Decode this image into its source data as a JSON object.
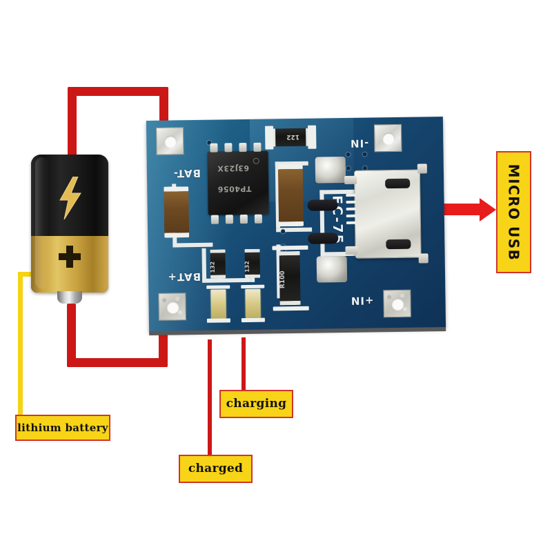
{
  "scene": {
    "title": "TP4056 lithium battery charger module wiring diagram",
    "background": "#ffffff"
  },
  "colors": {
    "wire_red": "#cc1717",
    "wire_yellow": "#f5d312",
    "callout_fill": "#f7d417",
    "callout_border": "#d1342a",
    "callout_text": "#15110c",
    "arrow_red": "#e81c1c",
    "pcb_blue": "#15456d",
    "silkscreen_white": "#eef3f6"
  },
  "callouts": [
    {
      "id": "micro-usb",
      "label": "MICRO USB",
      "orientation": "vertical"
    },
    {
      "id": "lithium-battery",
      "label": "lithium battery",
      "orientation": "horizontal"
    },
    {
      "id": "charging",
      "label": "charging",
      "orientation": "horizontal"
    },
    {
      "id": "charged",
      "label": "charged",
      "orientation": "horizontal"
    }
  ],
  "battery": {
    "name": "lithium battery cell",
    "bolt_icon": "lightning-bolt-icon",
    "terminal_icon": "plus-sign-icon",
    "top_color": "#141414",
    "bottom_color": "#c9a23d"
  },
  "pcb": {
    "name": "TP4056 charging module",
    "silkscreen": {
      "bat_minus": "BAT-",
      "bat_plus": "BAT+",
      "in_minus": "-IN",
      "in_plus": "+IN",
      "board_code": "FC-75"
    },
    "ic": {
      "line1": "TP4056",
      "line2": "63J23X"
    },
    "components": [
      {
        "name": "resistor-122",
        "marking": "122"
      },
      {
        "name": "resistor-r100",
        "marking": "R100"
      },
      {
        "name": "resistor-132-a",
        "marking": "132"
      },
      {
        "name": "resistor-132-b",
        "marking": "132"
      },
      {
        "name": "led-charged",
        "marking": ""
      },
      {
        "name": "led-charging",
        "marking": ""
      }
    ],
    "connector": "micro-usb-female"
  },
  "wires": {
    "red_top": "battery negative to BAT- pad",
    "red_bottom": "battery positive to BAT+ pad",
    "yellow": "lithium battery callout leader",
    "pointer_charged": "charged LED leader",
    "pointer_charging": "charging LED leader",
    "arrow_usb": "micro usb arrow"
  }
}
